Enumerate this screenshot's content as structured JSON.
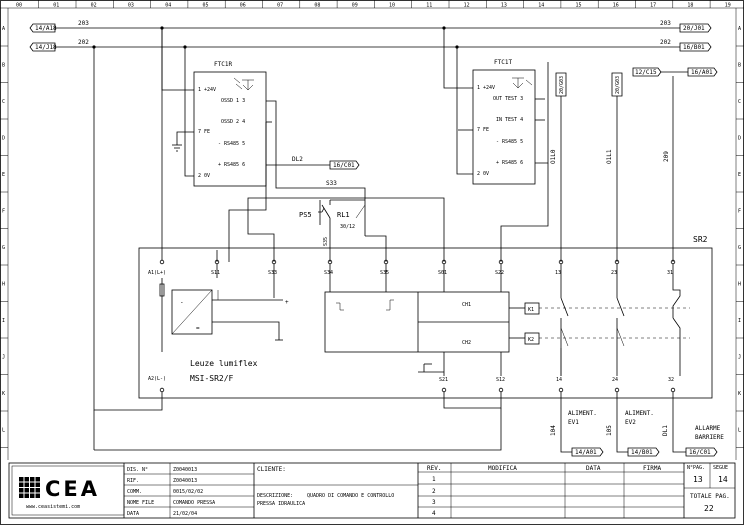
{
  "columns": [
    "00",
    "01",
    "02",
    "03",
    "04",
    "05",
    "06",
    "07",
    "08",
    "09",
    "10",
    "11",
    "12",
    "13",
    "14",
    "15",
    "16",
    "17",
    "18",
    "19"
  ],
  "rows": [
    "A",
    "B",
    "C",
    "D",
    "E",
    "F",
    "G",
    "H",
    "I",
    "J",
    "K",
    "L"
  ],
  "wires": {
    "w203": "203",
    "w202": "202",
    "w203_right": "203",
    "w202_right": "202",
    "dl2": "DL2",
    "s33": "S33",
    "s35": "S35",
    "o1l0": "O1L0",
    "o1l1": "O1L1",
    "w209": "209",
    "w104": "104",
    "w105": "105",
    "dl1": "DL1"
  },
  "xrefs": {
    "left_a": "14/A18",
    "left_b": "14/J18",
    "right_a": "20/J01",
    "right_b": "16/B01",
    "c15_from": "12/C15",
    "c15_to": "16/A01",
    "ftc1r_out": "16/C01",
    "v_1": "20/G03",
    "v_2": "20/G03",
    "alim1": "14/A01",
    "alim2": "14/B01",
    "barrier": "16/C01"
  },
  "ftc1r": {
    "title": "FTC1R",
    "p1": "1 +24V",
    "p2": "2 0V",
    "p3": "OSSD 1  3",
    "p4": "OSSD 2  4",
    "p5": "- RS485  5",
    "p6": "+ RS485  6",
    "p7": "7 FE"
  },
  "ftc1t": {
    "title": "FTC1T",
    "p1": "1 +24V",
    "p2": "2 0V",
    "p3": "OUT TEST  3",
    "p4": "IN TEST  4",
    "p5": "- RS485  5",
    "p6": "+ RS485  6",
    "p7": "7 FE"
  },
  "relay": {
    "ps5": "PS5",
    "rl1": "RL1",
    "rl1_sub": "30/12"
  },
  "sr2": {
    "title": "SR2",
    "a1": "A1(L+)",
    "a2": "A2(L-)",
    "top_terms": [
      "S11",
      "S33",
      "S34",
      "S35",
      "S01",
      "S22",
      "13",
      "23",
      "31"
    ],
    "bot_terms": [
      "S21",
      "S12",
      "14",
      "24",
      "32"
    ],
    "ch1": "CH1",
    "ch2": "CH2",
    "k1": "K1",
    "k2": "K2",
    "brand": "Leuze lumiflex",
    "model": "MSI-SR2/F"
  },
  "bottom_labels": {
    "alim1": [
      "ALIMENT.",
      "EV1"
    ],
    "alim2": [
      "ALIMENT.",
      "EV2"
    ],
    "alarm": [
      "ALLARME",
      "BARRIERE"
    ]
  },
  "title_block": {
    "logo_text": "CEA",
    "logo_url": "www.ceasistemi.com",
    "fields": [
      {
        "label": "DIS. N°",
        "value": "Z0040013"
      },
      {
        "label": "RIF.",
        "value": "Z0040013"
      },
      {
        "label": "COMM.",
        "value": "0015/02/02"
      },
      {
        "label": "NOME FILE",
        "value": "COMANDO PRESSA"
      },
      {
        "label": "DATA",
        "value": "21/02/04"
      }
    ],
    "cliente_label": "CLIENTE:",
    "descr_label": "DESCRIZIONE:",
    "descr_value_1": "QUADRO DI COMANDO E CONTROLLO",
    "descr_value_2": "PRESSA IDRAULICA",
    "rev_header": "REV.",
    "modifica_header": "MODIFICA",
    "data_header": "DATA",
    "firma_header": "FIRMA",
    "revs": [
      "1",
      "2",
      "3",
      "4"
    ],
    "npag_label": "N°PAG.",
    "segue_label": "SEGUE",
    "npag_value": "13",
    "segue_value": "14",
    "totale_label": "TOTALE PAG.",
    "totale_value": "22"
  }
}
